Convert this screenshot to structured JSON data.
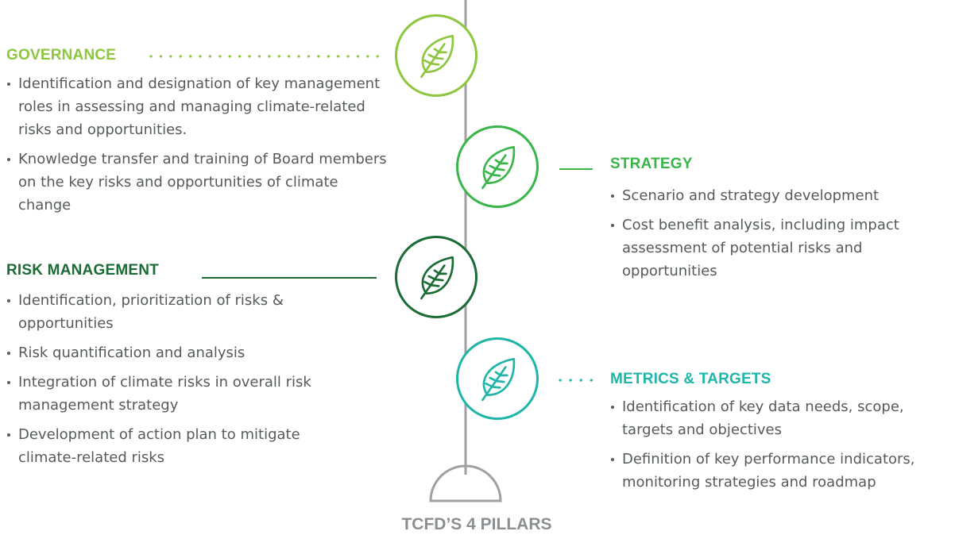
{
  "colors": {
    "governance": "#8dc63f",
    "strategy": "#39b54a",
    "risk_management": "#1b6b35",
    "metrics_targets": "#1fb5a8",
    "text": "#555a5c",
    "axis": "#a0a0a0"
  },
  "pillars": [
    {
      "heading": "GOVERNANCE",
      "icon": "leaf-icon",
      "bullets": [
        "Identification and designation of key management roles in assessing and managing climate-related risks and opportunities.",
        "Knowledge transfer and training of Board members on the key risks and opportunities of climate change"
      ]
    },
    {
      "heading": "STRATEGY",
      "icon": "leaf-icon",
      "bullets": [
        "Scenario and strategy development",
        "Cost  benefit  analysis,  including impact assessment of potential risks and opportunities"
      ]
    },
    {
      "heading": "RISK MANAGEMENT",
      "icon": "leaf-icon",
      "bullets": [
        "Identification, prioritization of risks & opportunities",
        "Risk quantification and analysis",
        "Integration of climate risks in overall risk management strategy",
        "Development of action plan to mitigate climate-related risks"
      ]
    },
    {
      "heading": "METRICS & TARGETS",
      "icon": "leaf-icon",
      "bullets": [
        "Identification of key data needs, scope, targets and objectives",
        "Definition of key performance indicators, monitoring strategies and roadmap"
      ]
    }
  ],
  "footer": "TCFD’S 4 PILLARS"
}
